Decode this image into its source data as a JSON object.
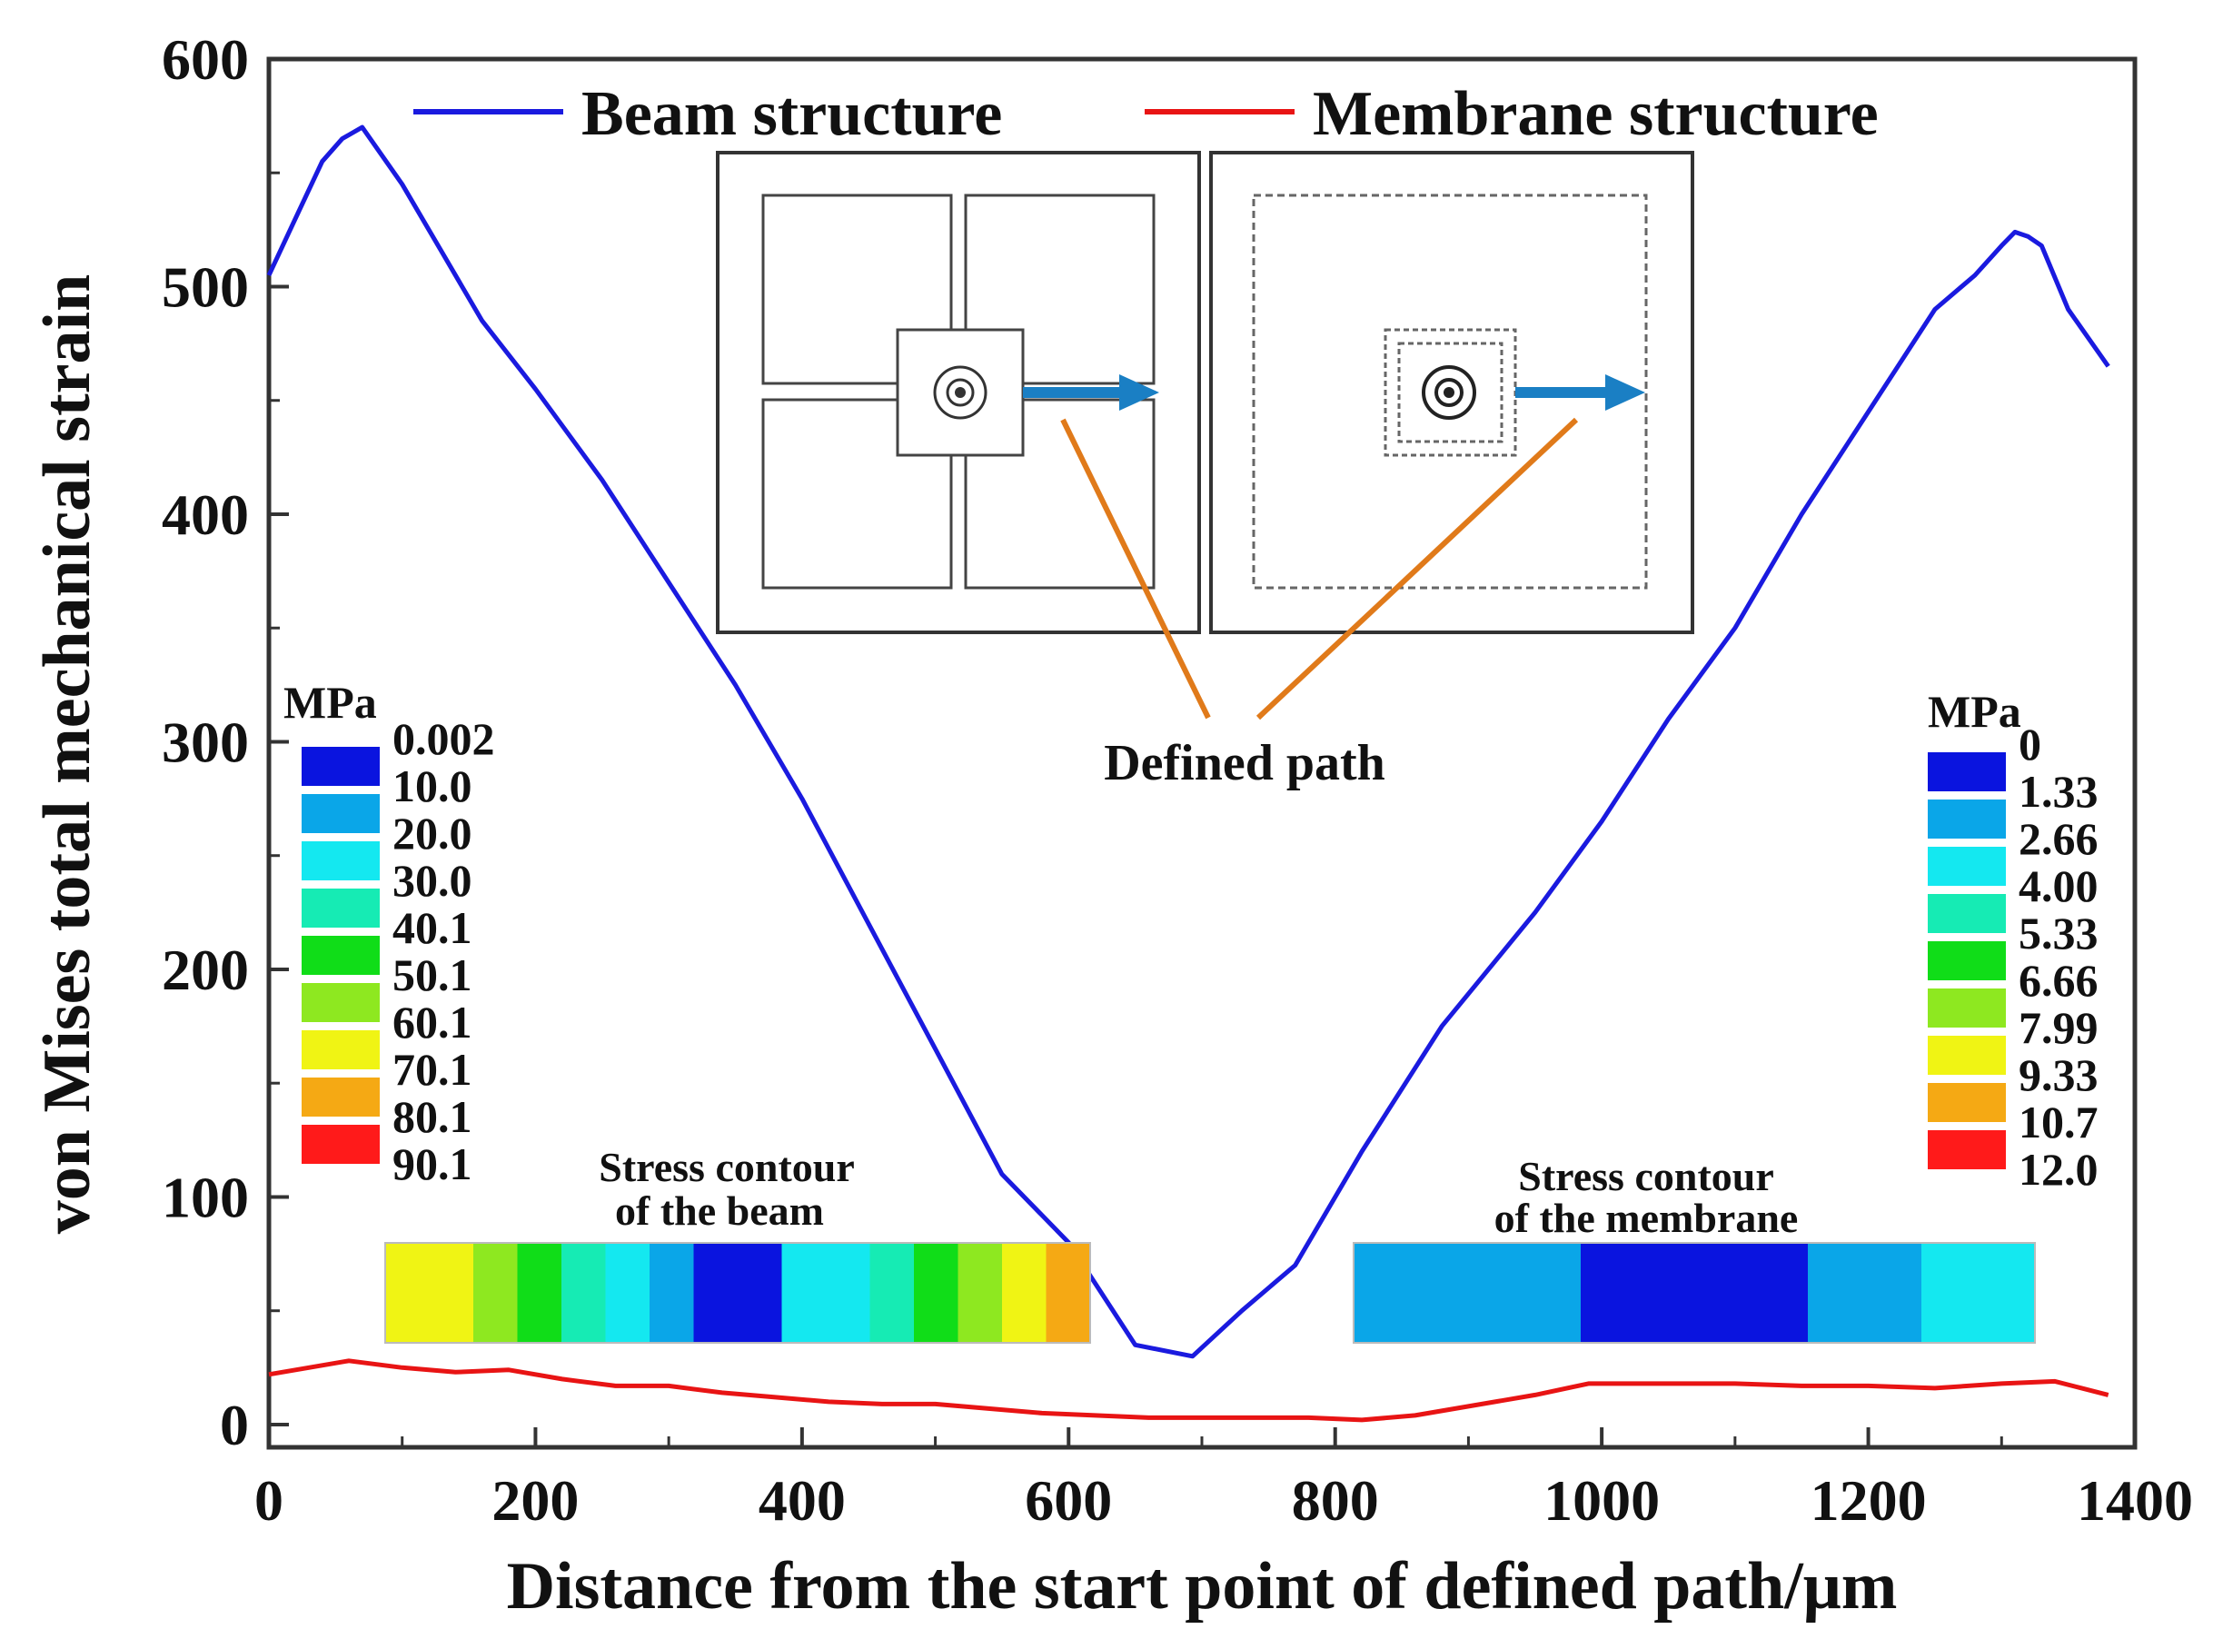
{
  "chart_data": {
    "type": "line",
    "xlabel": "Distance from the start point of defined path/μm",
    "ylabel": "von Mises total mechanical strain",
    "xlim": [
      0,
      1400
    ],
    "ylim": [
      -10,
      600
    ],
    "xticks": [
      0,
      200,
      400,
      600,
      800,
      1000,
      1200,
      1400
    ],
    "yticks": [
      0,
      100,
      200,
      300,
      400,
      500,
      600
    ],
    "legend_position": "top",
    "series": [
      {
        "name": "Beam structure",
        "color": "#1a1adf",
        "x": [
          0,
          20,
          40,
          55,
          70,
          100,
          130,
          160,
          200,
          250,
          300,
          350,
          400,
          450,
          500,
          550,
          600,
          650,
          693,
          730,
          770,
          820,
          880,
          950,
          1000,
          1050,
          1100,
          1150,
          1200,
          1250,
          1280,
          1300,
          1310,
          1320,
          1330,
          1350,
          1380
        ],
        "y": [
          505,
          530,
          555,
          565,
          570,
          545,
          515,
          485,
          455,
          415,
          370,
          325,
          275,
          220,
          165,
          110,
          80,
          35,
          30,
          50,
          70,
          120,
          175,
          225,
          265,
          310,
          350,
          400,
          445,
          490,
          505,
          518,
          524,
          522,
          518,
          490,
          465
        ]
      },
      {
        "name": "Membrane structure",
        "color": "#e81414",
        "x": [
          0,
          30,
          60,
          100,
          140,
          180,
          220,
          260,
          300,
          340,
          380,
          420,
          460,
          500,
          540,
          580,
          620,
          660,
          700,
          740,
          780,
          820,
          860,
          900,
          950,
          990,
          1040,
          1100,
          1150,
          1200,
          1250,
          1300,
          1340,
          1380
        ],
        "y": [
          22,
          25,
          28,
          25,
          23,
          24,
          20,
          17,
          17,
          14,
          12,
          10,
          9,
          9,
          7,
          5,
          4,
          3,
          3,
          3,
          3,
          2,
          4,
          8,
          13,
          18,
          18,
          18,
          17,
          17,
          16,
          18,
          19,
          13
        ]
      }
    ],
    "annotations": [
      "Defined path",
      "Stress contour",
      "of the beam",
      "Stress contour",
      "of the membrane"
    ],
    "colorbars": [
      {
        "unit": "MPa",
        "labels": [
          "0.002",
          "10.0",
          "20.0",
          "30.0",
          "40.1",
          "50.1",
          "60.1",
          "70.1",
          "80.1",
          "90.1"
        ],
        "colors": [
          "#0a14df",
          "#0aa6e8",
          "#14e8f0",
          "#16ebb4",
          "#10dd18",
          "#8ee820",
          "#f0f414",
          "#f5a914",
          "#ff1a1a"
        ]
      },
      {
        "unit": "MPa",
        "labels": [
          "0",
          "1.33",
          "2.66",
          "4.00",
          "5.33",
          "6.66",
          "7.99",
          "9.33",
          "10.7",
          "12.0"
        ],
        "colors": [
          "#0a14df",
          "#0aa6e8",
          "#14e8f0",
          "#16ebb4",
          "#10dd18",
          "#8ee820",
          "#f0f414",
          "#f5a914",
          "#ff1a1a"
        ]
      }
    ],
    "contour_strips": [
      {
        "colors": [
          "#f0f414",
          "#f0f414",
          "#8ee820",
          "#10dd18",
          "#16ebb4",
          "#14e8f0",
          "#0aa6e8",
          "#0a14df",
          "#0a14df",
          "#14e8f0",
          "#14e8f0",
          "#16ebb4",
          "#10dd18",
          "#8ee820",
          "#f0f414",
          "#f5a914"
        ]
      },
      {
        "colors": [
          "#0aa6e8",
          "#0aa6e8",
          "#0a14df",
          "#0a14df",
          "#0aa6e8",
          "#14e8f0"
        ]
      }
    ]
  }
}
